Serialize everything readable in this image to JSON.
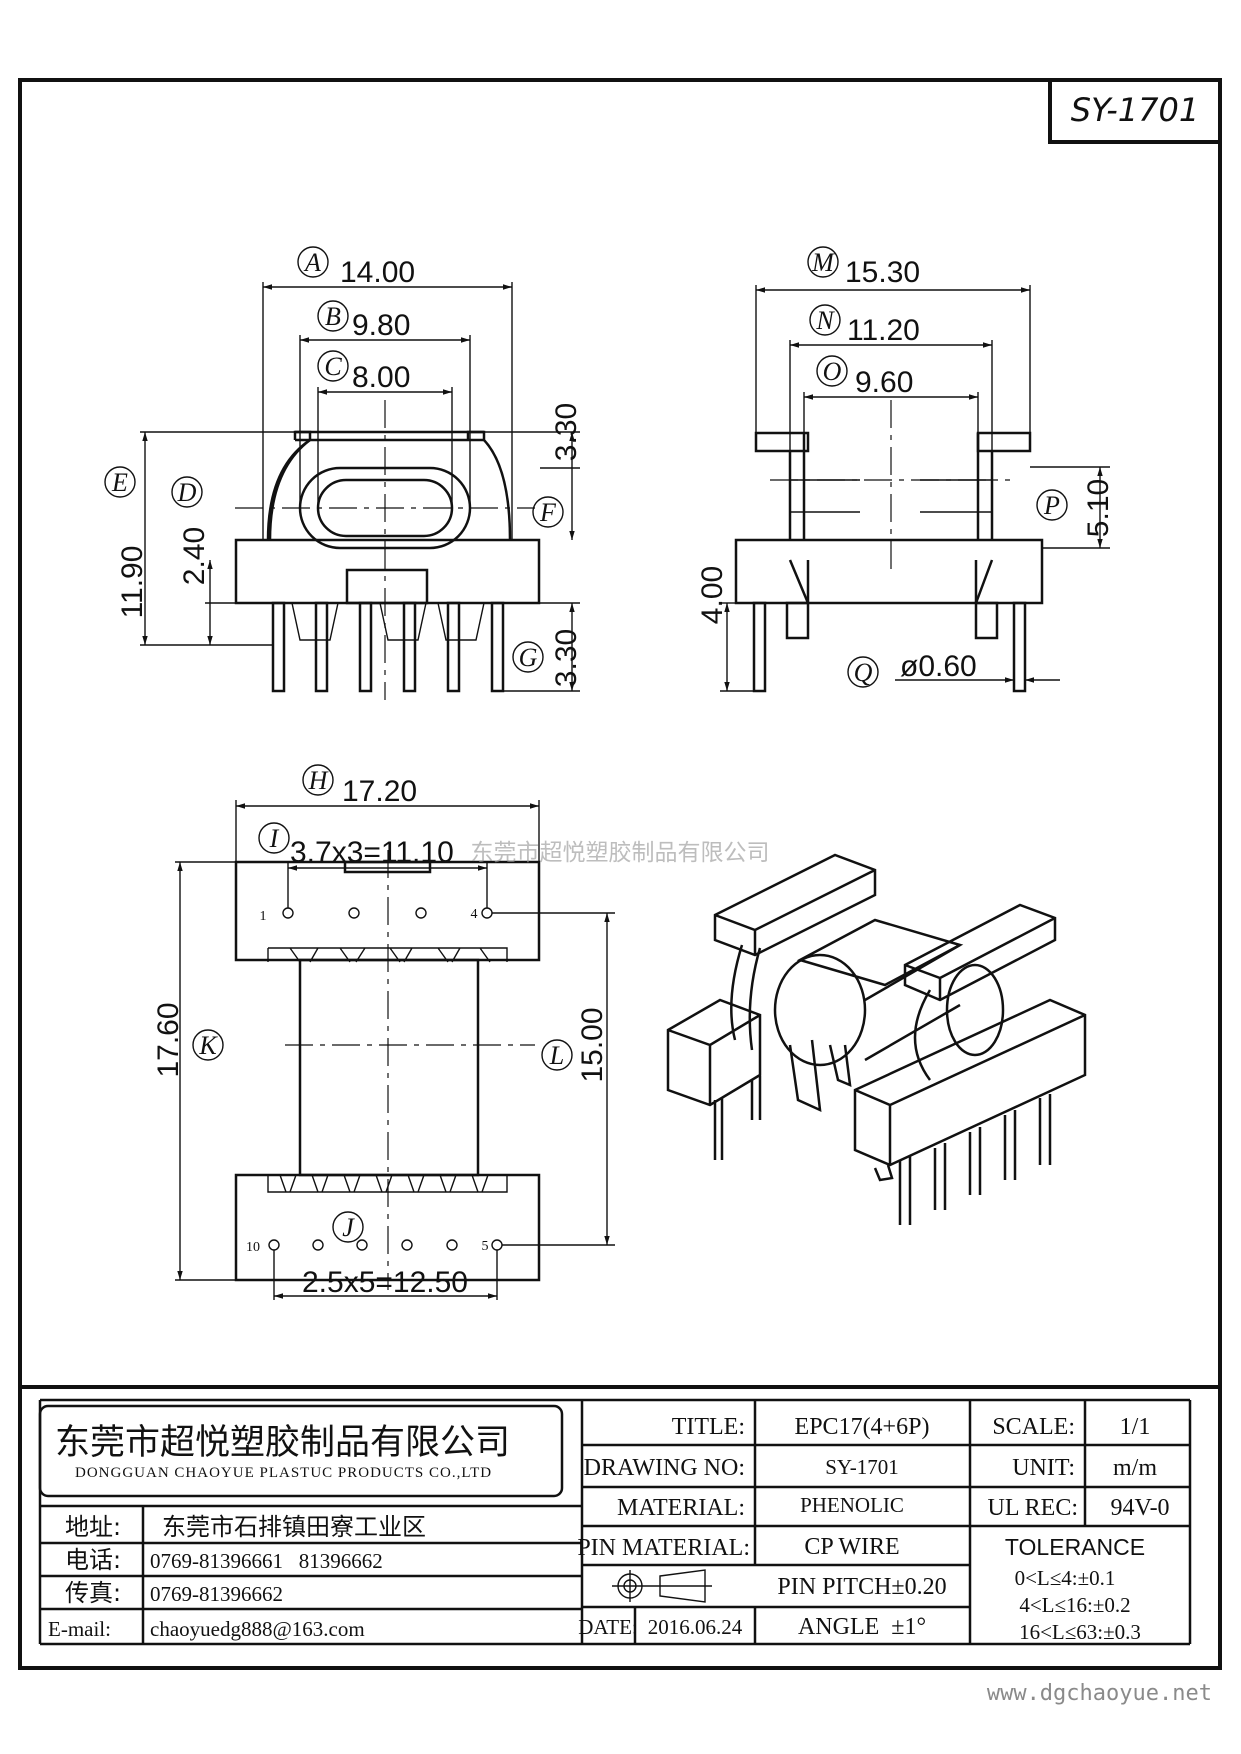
{
  "drawing_code": "SY-1701",
  "watermark": "东莞市超悦塑胶制品有限公司",
  "website": "www.dgchaoyue.net",
  "front_view": {
    "dims": [
      {
        "letter": "A",
        "value": "14.00"
      },
      {
        "letter": "B",
        "value": "9.80"
      },
      {
        "letter": "C",
        "value": "8.00"
      },
      {
        "letter": "E",
        "value": "11.90"
      },
      {
        "letter": "D",
        "value": "2.40"
      },
      {
        "letter": "F",
        "value": "3.30"
      },
      {
        "letter": "G",
        "value": "3.30"
      }
    ]
  },
  "side_view": {
    "dims": [
      {
        "letter": "M",
        "value": "15.30"
      },
      {
        "letter": "N",
        "value": "11.20"
      },
      {
        "letter": "O",
        "value": "9.60"
      },
      {
        "letter": "P",
        "value": "5.10"
      },
      {
        "letter": "",
        "value": "4.00"
      },
      {
        "letter": "Q",
        "value": "ø0.60"
      }
    ]
  },
  "bottom_view": {
    "dims": [
      {
        "letter": "H",
        "value": "17.20"
      },
      {
        "letter": "I",
        "value": "3.7x3=11.10"
      },
      {
        "letter": "K",
        "value": "17.60"
      },
      {
        "letter": "L",
        "value": "15.00"
      },
      {
        "letter": "J",
        "value": "2.5x5=12.50"
      }
    ],
    "pins": [
      "1",
      "4",
      "10",
      "5"
    ]
  },
  "title_block": {
    "company_cn": "东莞市超悦塑胶制品有限公司",
    "company_en": "DONGGUAN CHAOYUE PLASTUC PRODUCTS CO.,LTD",
    "address_label": "地址:",
    "address": "东莞市石排镇田寮工业区",
    "phone_label": "电话:",
    "phone": "0769-81396661   81396662",
    "fax_label": "传真:",
    "fax": "0769-81396662",
    "email_label": "E-mail:",
    "email": "chaoyuedg888@163.com",
    "title_label": "TITLE:",
    "title": "EPC17(4+6P)",
    "drawing_no_label": "DRAWING NO:",
    "drawing_no": "SY-1701",
    "material_label": "MATERIAL:",
    "material": "PHENOLIC",
    "pin_material_label": "PIN MATERIAL:",
    "pin_material": "CP WIRE",
    "pin_pitch": "PIN PITCH±0.20",
    "date_label": "DATE:",
    "date": "2016.06.24",
    "angle": "ANGLE  ±1°",
    "scale_label": "SCALE:",
    "scale": "1/1",
    "unit_label": "UNIT:",
    "unit": "m/m",
    "ul_label": "UL REC:",
    "ul": "94V-0",
    "tolerance_label": "TOLERANCE",
    "tolerances": [
      "0<L≤4:±0.1",
      "4<L≤16:±0.2",
      "16<L≤63:±0.3"
    ]
  }
}
